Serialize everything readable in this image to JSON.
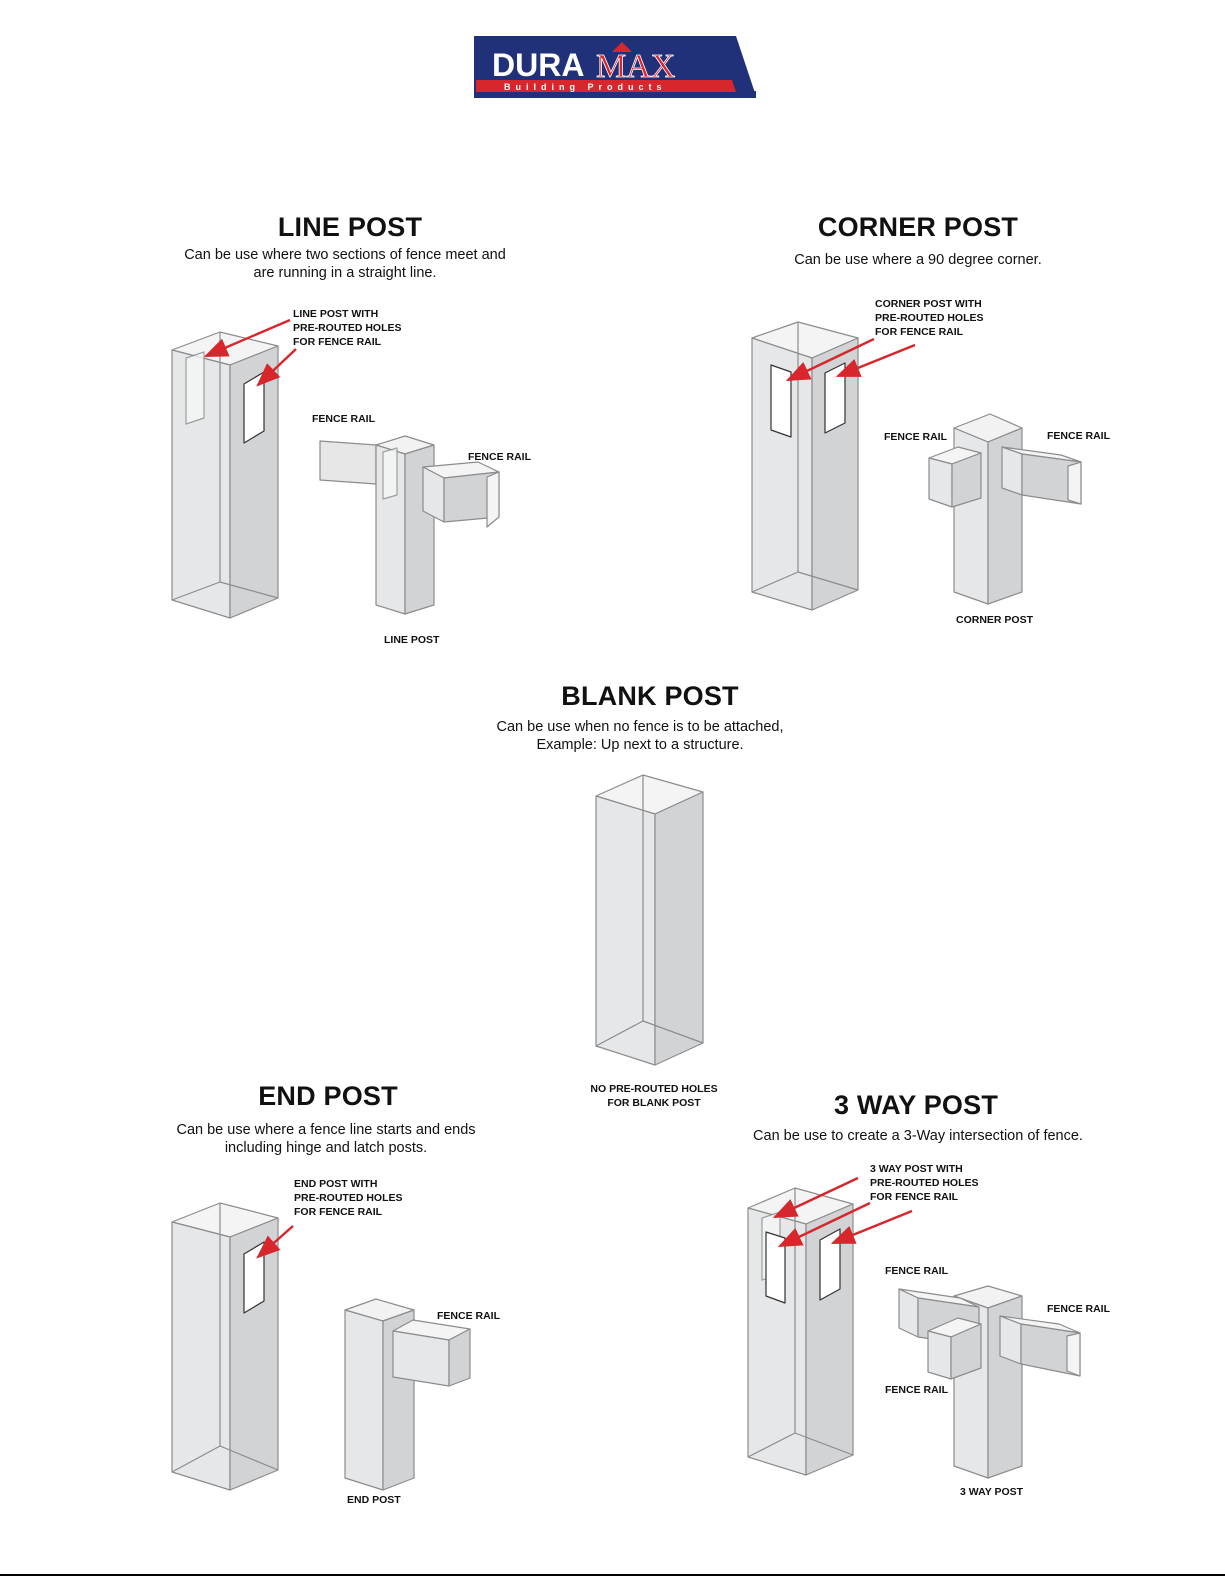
{
  "logo": {
    "brand_left": "DURA",
    "brand_right": "MAX",
    "tagline": "Building Products",
    "colors": {
      "navy": "#20317a",
      "red": "#d7262c"
    }
  },
  "sections": {
    "line_post": {
      "title": "LINE POST",
      "desc_line1": "Can be use where two sections of fence meet and",
      "desc_line2": "are running in a straight line.",
      "callout": [
        "LINE POST WITH",
        "PRE-ROUTED HOLES",
        "FOR FENCE RAIL"
      ],
      "rail_label_1": "FENCE RAIL",
      "rail_label_2": "FENCE RAIL",
      "post_label": "LINE POST"
    },
    "corner_post": {
      "title": "CORNER POST",
      "desc_line1": "Can be use where a 90 degree corner.",
      "callout": [
        "CORNER POST WITH",
        "PRE-ROUTED HOLES",
        "FOR FENCE RAIL"
      ],
      "rail_label_1": "FENCE RAIL",
      "rail_label_2": "FENCE RAIL",
      "post_label": "CORNER POST"
    },
    "blank_post": {
      "title": "BLANK POST",
      "desc_line1": "Can be use when no fence is to be attached,",
      "desc_line2": "Example: Up next to a structure.",
      "note": [
        "NO PRE-ROUTED HOLES",
        "FOR BLANK POST"
      ]
    },
    "end_post": {
      "title": "END POST",
      "desc_line1": "Can be use where a fence line starts and ends",
      "desc_line2": "including hinge and latch posts.",
      "callout": [
        "END POST WITH",
        "PRE-ROUTED HOLES",
        "FOR FENCE RAIL"
      ],
      "rail_label_1": "FENCE RAIL",
      "post_label": "END POST"
    },
    "three_way_post": {
      "title": "3 WAY POST",
      "desc_line1": "Can be use to create a 3-Way intersection of fence.",
      "callout": [
        "3 WAY POST WITH",
        "PRE-ROUTED HOLES",
        "FOR FENCE RAIL"
      ],
      "rail_label_1": "FENCE RAIL",
      "rail_label_2": "FENCE RAIL",
      "rail_label_3": "FENCE RAIL",
      "post_label": "3 WAY POST"
    }
  },
  "colors": {
    "arrow": "#d7262c",
    "face_light": "#e9e9ea",
    "face_dark": "#d2d3d5",
    "stroke": "#8b8c8e"
  }
}
